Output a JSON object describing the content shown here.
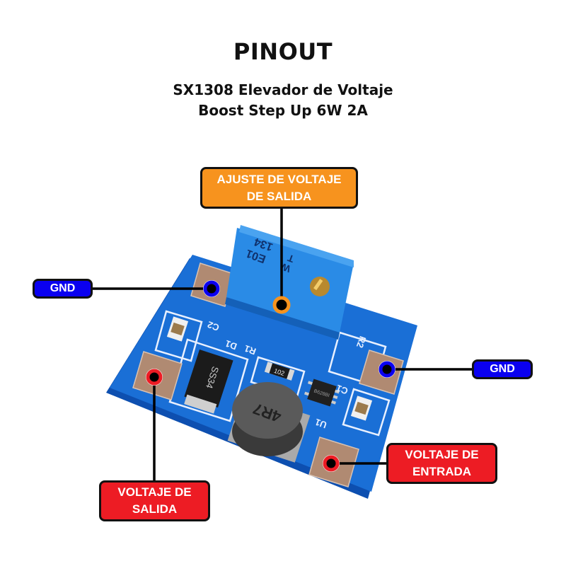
{
  "header": {
    "title": "PINOUT",
    "subtitle_line1": "SX1308 Elevador de Voltaje",
    "subtitle_line2": "Boost Step Up 6W 2A"
  },
  "labels": {
    "adjust": {
      "line1": "AJUSTE DE VOLTAJE",
      "line2": "DE SALIDA",
      "color": "#f7931e"
    },
    "gnd_left": {
      "line1": "GND",
      "color": "#0a00f0"
    },
    "gnd_right": {
      "line1": "GND",
      "color": "#0a00f0"
    },
    "vout": {
      "line1": "VOLTAJE DE",
      "line2": "SALIDA",
      "color": "#ed1c24"
    },
    "vin": {
      "line1": "VOLTAJE DE",
      "line2": "ENTRADA",
      "color": "#ed1c24"
    }
  },
  "board": {
    "silkscreen": [
      "C2",
      "D1",
      "R1",
      "R2",
      "C1",
      "U1"
    ],
    "potentiometer_markings": [
      "134",
      "E01",
      "T",
      "W"
    ],
    "diode_marking": "SS34",
    "resistor_marking": "102",
    "inductor_marking": "4R7",
    "ic_marking": "B628BI",
    "pcb_color": "#1a6fd6",
    "pad_color": "#b08a72"
  }
}
